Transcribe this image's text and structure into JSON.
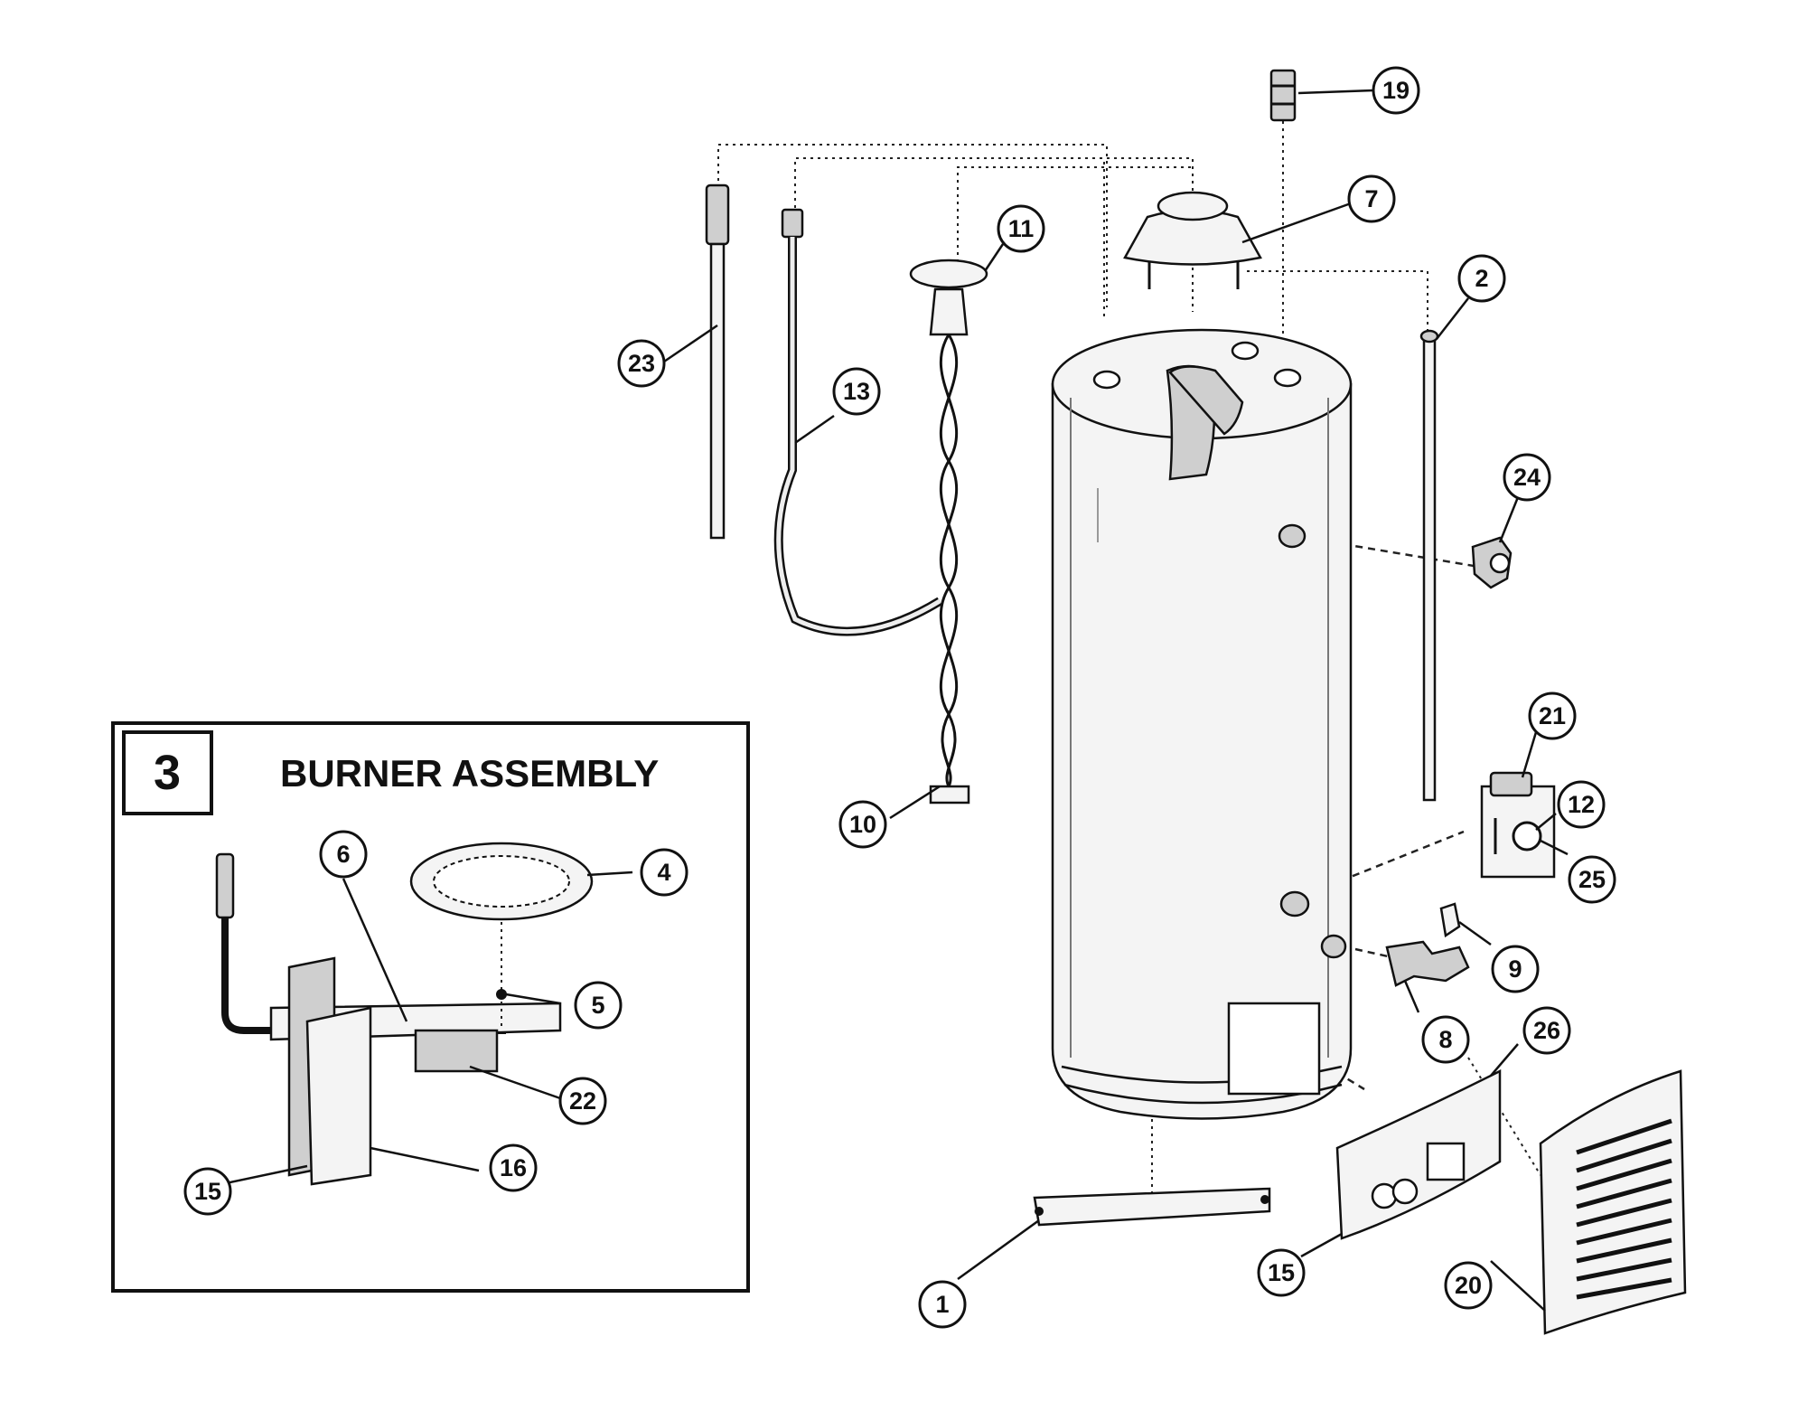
{
  "inset": {
    "number": "3",
    "title": "BURNER ASSEMBLY"
  },
  "callouts": {
    "c1": "1",
    "c2": "2",
    "c4": "4",
    "c5": "5",
    "c6": "6",
    "c7": "7",
    "c8": "8",
    "c9": "9",
    "c10": "10",
    "c11": "11",
    "c12": "12",
    "c13": "13",
    "c15a": "15",
    "c15b": "15",
    "c16": "16",
    "c19": "19",
    "c20": "20",
    "c21": "21",
    "c22": "22",
    "c23": "23",
    "c24": "24",
    "c25": "25",
    "c26": "26"
  }
}
